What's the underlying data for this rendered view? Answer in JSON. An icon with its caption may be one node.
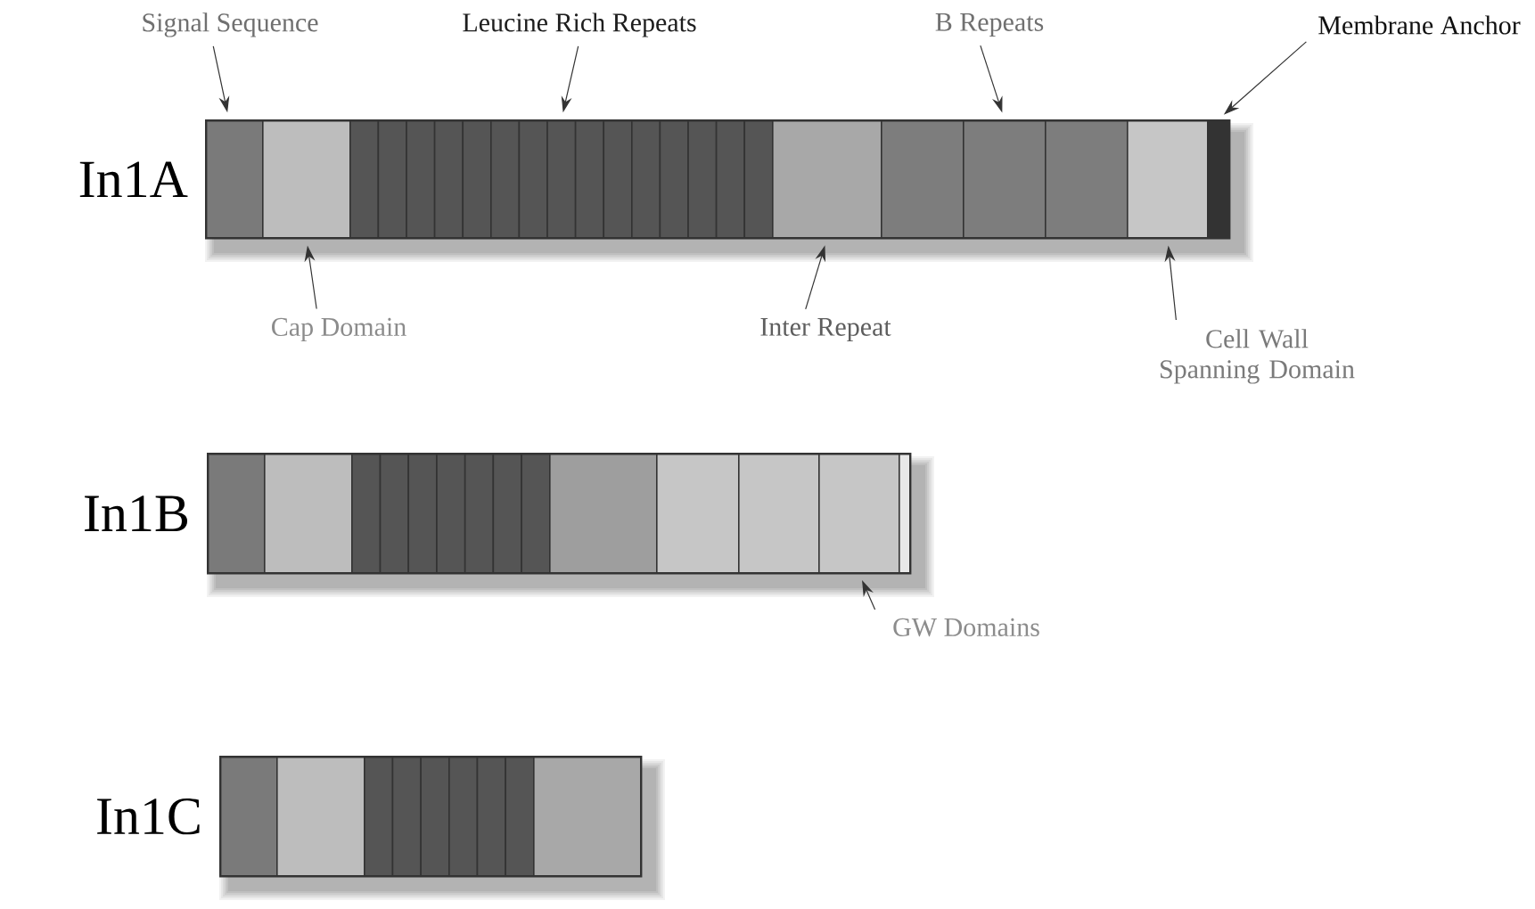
{
  "diagram": {
    "nodes": [
      {
        "text": [
          "Signal Sequence"
        ]
      },
      {
        "text": [
          "Leucine Rich Repeats"
        ]
      },
      {
        "text": [
          "B Repeats"
        ]
      },
      {
        "text": [
          "Membrane Anchor"
        ]
      },
      {
        "text": [
          "In1A"
        ]
      },
      {
        "text": [],
        "shape": "box",
        "in": 4
      },
      {
        "text": [],
        "shape": "box",
        "in": 4
      },
      {
        "text": [],
        "shape": "box",
        "in": 4
      },
      {
        "text": [],
        "shape": "box",
        "in": 4
      },
      {
        "text": [],
        "shape": "box",
        "in": 4
      },
      {
        "text": [],
        "shape": "box",
        "in": 4
      },
      {
        "text": [],
        "shape": "box",
        "in": 4
      },
      {
        "text": [],
        "shape": "box",
        "in": 4
      },
      {
        "text": [],
        "shape": "box",
        "in": 4
      },
      {
        "text": [],
        "shape": "box",
        "in": 4
      },
      {
        "text": [],
        "shape": "box",
        "in": 4
      },
      {
        "text": [],
        "shape": "box",
        "in": 4
      },
      {
        "text": [],
        "shape": "box",
        "in": 4
      },
      {
        "text": [],
        "shape": "box",
        "in": 4
      },
      {
        "text": [],
        "shape": "box",
        "in": 4
      },
      {
        "text": [],
        "shape": "box",
        "in": 4
      },
      {
        "text": [],
        "shape": "box",
        "in": 4
      },
      {
        "text": [],
        "shape": "box",
        "in": 4
      },
      {
        "text": [],
        "shape": "box",
        "in": 4
      },
      {
        "text": [],
        "shape": "box",
        "in": 4
      },
      {
        "text": [],
        "shape": "box",
        "in": 4
      },
      {
        "text": [],
        "shape": "box",
        "in": 4
      },
      {
        "text": [],
        "shape": "box",
        "in": 4
      },
      {
        "text": [
          "Cap Domain"
        ]
      },
      {
        "text": [
          "Inter Repeat"
        ]
      },
      {
        "text": [
          "Cell Wall Spanning Domain"
        ]
      },
      {
        "text": [
          "In1B"
        ]
      },
      {
        "text": [],
        "shape": "box",
        "in": 31
      },
      {
        "text": [],
        "shape": "box",
        "in": 31
      },
      {
        "text": [],
        "shape": "box",
        "in": 31
      },
      {
        "text": [],
        "shape": "box",
        "in": 31
      },
      {
        "text": [],
        "shape": "box",
        "in": 31
      },
      {
        "text": [],
        "shape": "box",
        "in": 31
      },
      {
        "text": [],
        "shape": "box",
        "in": 31
      },
      {
        "text": [],
        "shape": "box",
        "in": 31
      },
      {
        "text": [],
        "shape": "box",
        "in": 31
      },
      {
        "text": [],
        "shape": "box",
        "in": 31
      },
      {
        "text": [],
        "shape": "box",
        "in": 31
      },
      {
        "text": [],
        "shape": "box",
        "in": 31
      },
      {
        "text": [],
        "shape": "box",
        "in": 31
      },
      {
        "text": [],
        "shape": "box",
        "in": 31
      },
      {
        "text": [
          "GW Domains"
        ]
      },
      {
        "text": [
          "In1C"
        ]
      },
      {
        "text": [],
        "shape": "box",
        "in": 47
      },
      {
        "text": [],
        "shape": "box",
        "in": 47
      },
      {
        "text": [],
        "shape": "box",
        "in": 47
      },
      {
        "text": [],
        "shape": "box",
        "in": 47
      },
      {
        "text": [],
        "shape": "box",
        "in": 47
      },
      {
        "text": [],
        "shape": "box",
        "in": 47
      },
      {
        "text": [],
        "shape": "box",
        "in": 47
      },
      {
        "text": [],
        "shape": "box",
        "in": 47
      },
      {
        "text": [],
        "shape": "box",
        "in": 47
      }
    ],
    "edges": [
      {
        "from": 0,
        "to": 5,
        "arrow": "to"
      },
      {
        "from": 1,
        "to": 14,
        "arrow": "to"
      },
      {
        "from": 2,
        "to": 24,
        "arrow": "to"
      },
      {
        "from": 3,
        "to": 27,
        "arrow": "to"
      },
      {
        "from": 28,
        "to": 6,
        "arrow": "to"
      },
      {
        "from": 29,
        "to": 22,
        "arrow": "to"
      },
      {
        "from": 30,
        "to": 26,
        "arrow": "to"
      },
      {
        "from": 46,
        "to": 44,
        "arrow": "to"
      }
    ]
  }
}
